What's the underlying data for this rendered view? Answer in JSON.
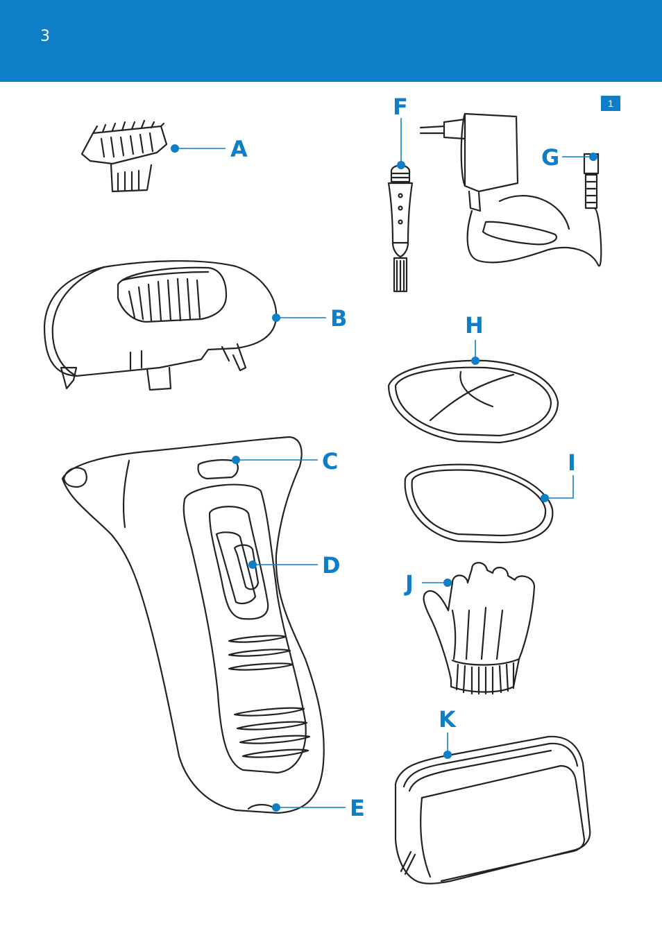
{
  "header": {
    "page_number": "3"
  },
  "figure": {
    "badge": "1"
  },
  "labels": {
    "a": "A",
    "b": "B",
    "c": "C",
    "d": "D",
    "e": "E",
    "f": "F",
    "g": "G",
    "h": "H",
    "i": "I",
    "j": "J",
    "k": "K"
  },
  "colors": {
    "accent": "#0f7ec8",
    "line": "#222222"
  }
}
